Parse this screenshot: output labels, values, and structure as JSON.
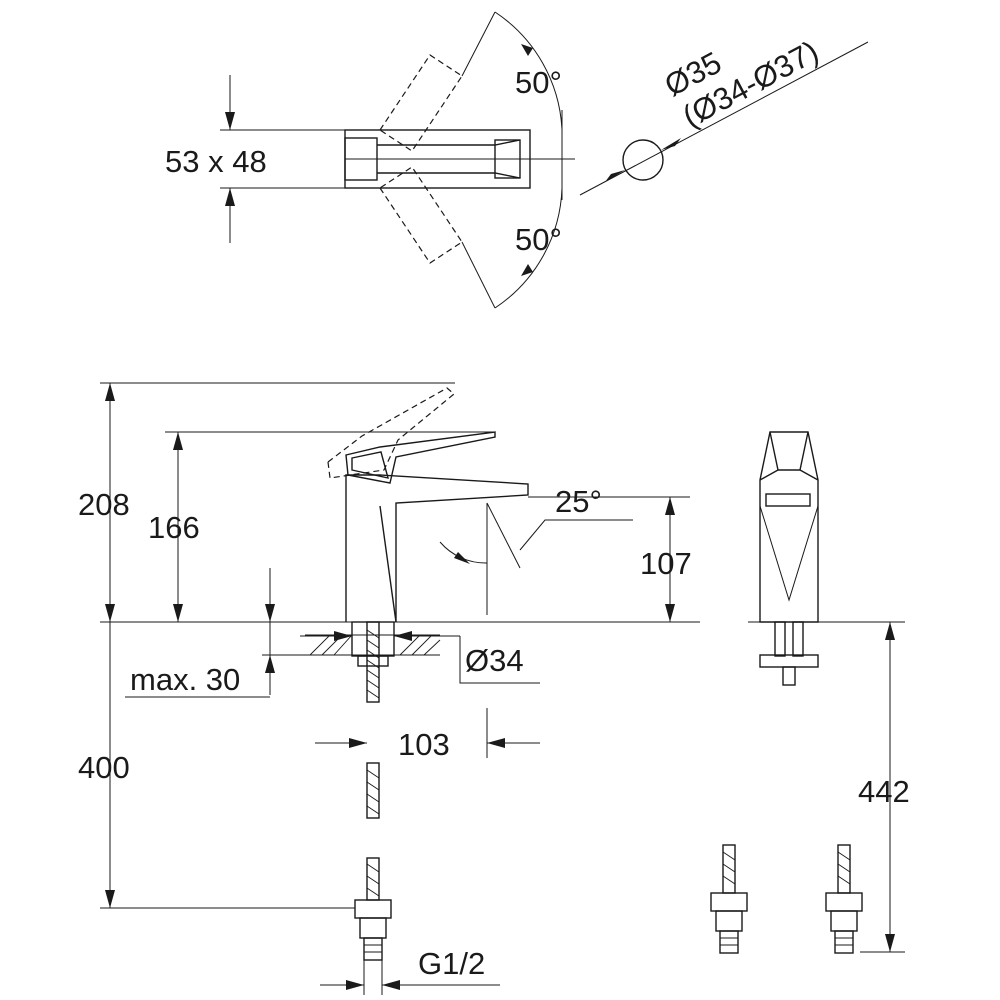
{
  "labels": {
    "handle_size": "53 x 48",
    "angle_top": "50°",
    "angle_bottom": "50°",
    "hole_dia": "Ø35",
    "hole_range": "(Ø34-Ø37)",
    "overall_height": "208",
    "spout_height": "166",
    "spout_angle": "25°",
    "outlet_height": "107",
    "shank_dia": "Ø34",
    "max_thickness": "max. 30",
    "reach": "103",
    "hose_length": "400",
    "side_hose_length": "442",
    "connection": "G1/2"
  },
  "colors": {
    "line": "#1a1a1a",
    "background": "#ffffff"
  }
}
